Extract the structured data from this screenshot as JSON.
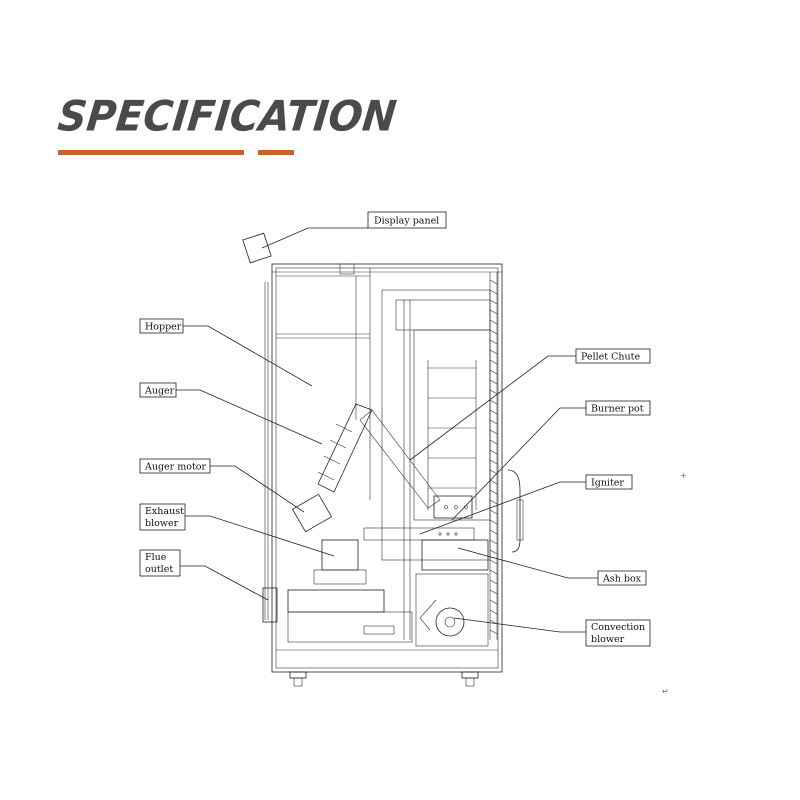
{
  "header": {
    "title": "SPECIFICATION"
  },
  "colors": {
    "accent": "#c8622b",
    "title": "#4a4a4a",
    "line": "#222222"
  },
  "labels": {
    "display_panel": "Display panel",
    "hopper": "Hopper",
    "auger": "Auger",
    "auger_motor": "Auger motor",
    "exhaust_blower_1": "Exhaust",
    "exhaust_blower_2": "blower",
    "flue_outlet_1": "Flue",
    "flue_outlet_2": "outlet",
    "pellet_chute": "Pellet Chute",
    "burner_pot": "Burner pot",
    "igniter": "Igniter",
    "ash_box": "Ash box",
    "convection_blower_1": "Convection",
    "convection_blower_2": "blower"
  },
  "marks": {
    "m1": "+",
    "m2": "↵"
  }
}
